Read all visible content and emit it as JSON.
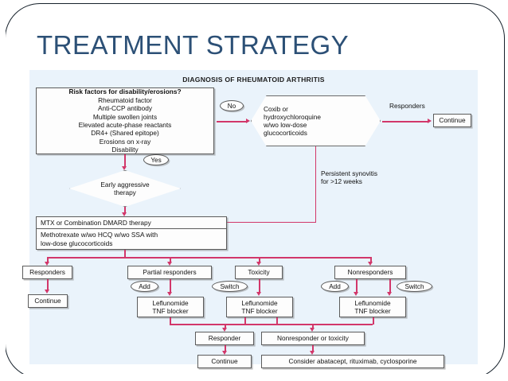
{
  "slide": {
    "title": "TREATMENT STRATEGY",
    "title_color": "#2c5076",
    "background": "#ffffff",
    "panel_background": "#eaf3fb",
    "arrow_color": "#d2376a"
  },
  "diagram": {
    "heading": "DIAGNOSIS OF RHEUMATOID ARTHRITIS",
    "risk_box": {
      "heading": "Risk factors for disability/erosions?",
      "items": [
        "Rheumatoid factor",
        "Anti-CCP antibody",
        "Multiple swollen joints",
        "Elevated acute-phase reactants",
        "DR4+ (Shared epitope)",
        "Erosions on x-ray",
        "Disability"
      ]
    },
    "branch_no": "No",
    "branch_yes": "Yes",
    "coxib_node": {
      "lines": [
        "Coxib or",
        "hydroxychloroquine",
        "w/wo low-dose",
        "glucocorticoids"
      ]
    },
    "responders_label": "Responders",
    "continue_top": "Continue",
    "persistent_note": {
      "line1": "Persistent synovitis",
      "line2": "for >12 weeks"
    },
    "early_therapy": {
      "line1": "Early aggressive",
      "line2": "therapy"
    },
    "mtx_box": {
      "title": "MTX or Combination DMARD therapy",
      "line1": "Methotrexate w/wo HCQ w/wo SSA with",
      "line2": "low-dose glucocorticoids"
    },
    "outcomes": [
      {
        "label": "Responders"
      },
      {
        "label": "Partial responders"
      },
      {
        "label": "Toxicity"
      },
      {
        "label": "Nonresponders"
      }
    ],
    "action_add": "Add",
    "action_switch": "Switch",
    "drug_box": {
      "line1": "Leflunomide",
      "line2": "TNF blocker"
    },
    "continue_responders": "Continue",
    "responder_box": "Responder",
    "nonresponder_box": "Nonresponder or toxicity",
    "continue_bottom": "Continue",
    "consider_box": "Consider abatacept, rituximab, cyclosporine"
  }
}
